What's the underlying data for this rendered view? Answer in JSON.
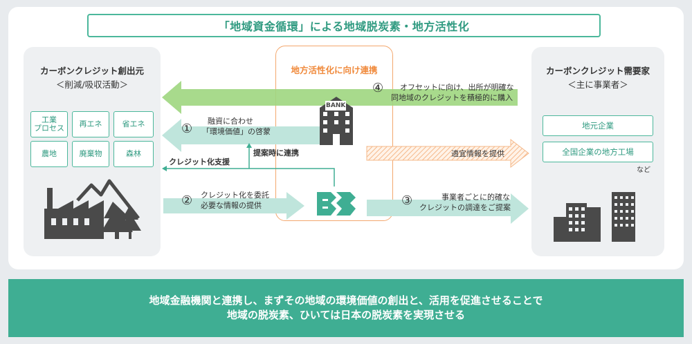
{
  "title": "「地域資金循環」による地域脱炭素・地方活性化",
  "left": {
    "title": "カーボンクレジット創出元",
    "subtitle": "＜削減/吸収活動＞",
    "chips": [
      "工業\nプロセス",
      "再エネ",
      "省エネ",
      "農地",
      "廃棄物",
      "森林"
    ]
  },
  "center": {
    "title": "地方活性化に向け連携",
    "bank_label": "BANK"
  },
  "right": {
    "title": "カーボンクレジット需要家",
    "subtitle": "＜主に事業者＞",
    "chips": [
      "地元企業",
      "全国企業の地方工場"
    ],
    "note": "など"
  },
  "flows": {
    "f4_num": "④",
    "f4_line1": "オフセットに向け、出所が明確な",
    "f4_line2": "同地域のクレジットを積極的に購入",
    "f1_num": "①",
    "f1_line1": "融資に合わせ",
    "f1_line2": "「環境価値」の啓蒙",
    "proposal": "提案時に連携",
    "credit_support": "クレジット化支援",
    "info": "適宜情報を提供",
    "f2_num": "②",
    "f2_line1": "クレジット化を委託",
    "f2_line2": "必要な情報の提供",
    "f3_num": "③",
    "f3_line1": "事業者ごとに的確な",
    "f3_line2": "クレジットの調達をご提案"
  },
  "colors": {
    "green": "#4bb79b",
    "light_green": "#a8dcc6",
    "mint": "#bfe5dc",
    "orange": "#f08a3c",
    "gray_icon": "#4a4a4a"
  },
  "bottom": {
    "line1": "地域金融機関と連携し、まずその地域の環境価値の創出と、活用を促進させることで",
    "line2": "地域の脱炭素、ひいては日本の脱炭素を実現させる"
  }
}
